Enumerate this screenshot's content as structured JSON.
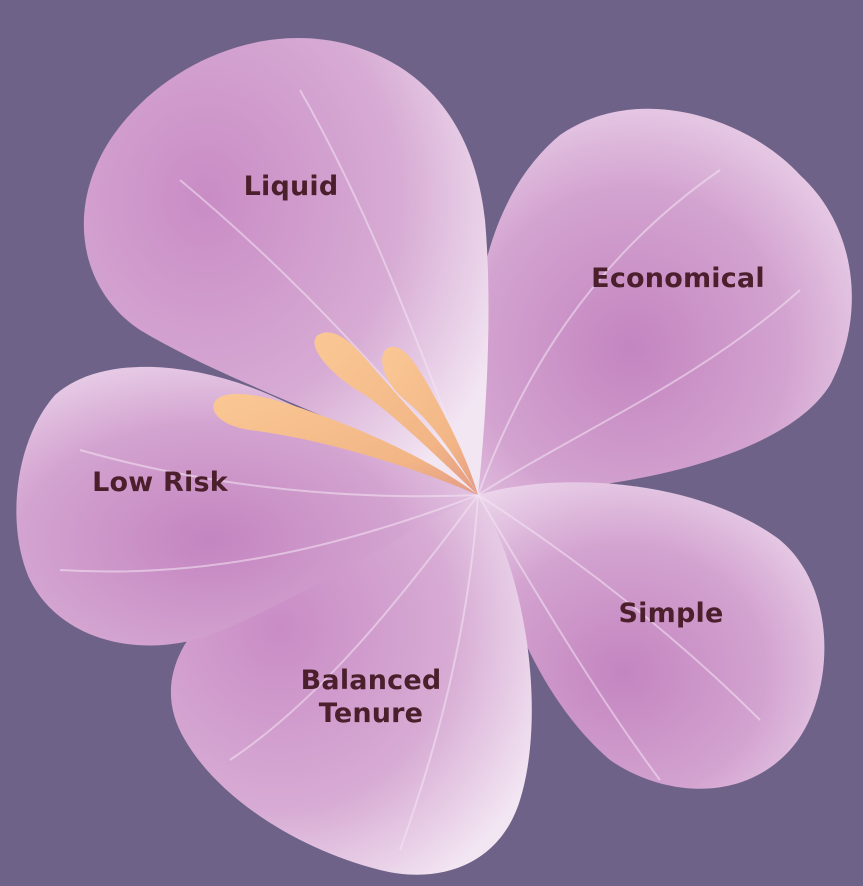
{
  "background_color": "#6e6289",
  "petal_color": "#cc94c8",
  "stamen_color": "#f7c08a",
  "label_color": "#4b1f2c",
  "petals": {
    "liquid": "Liquid",
    "economical": "Economical",
    "low_risk": "Low Risk",
    "simple": "Simple",
    "balanced_tenure": [
      "Balanced",
      "Tenure"
    ]
  }
}
